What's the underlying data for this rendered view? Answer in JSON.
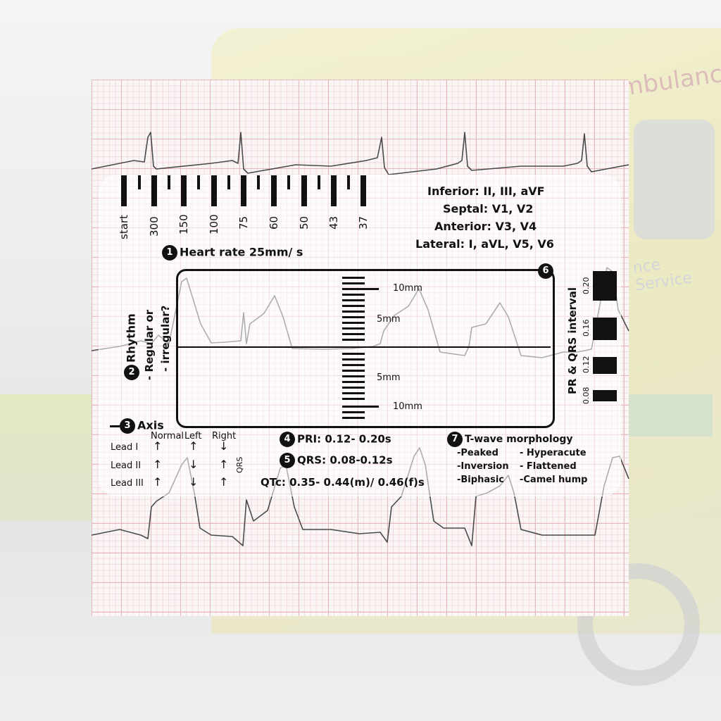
{
  "background": {
    "vehicle_text_top": "mbulanc",
    "vehicle_text_side": "nce Service"
  },
  "rate_ruler": {
    "labels": [
      "start",
      "300",
      "150",
      "100",
      "75",
      "60",
      "50",
      "43",
      "37"
    ],
    "title_number": "1",
    "title": "Heart rate 25mm/ s"
  },
  "leads": {
    "inferior": "Inferior: II, III, aVF",
    "septal": "Septal: V1, V2",
    "anterior": "Anterior: V3, V4",
    "lateral": "Lateral: I, aVL, V5, V6"
  },
  "rhythm": {
    "number": "2",
    "title": "Rhythm",
    "line1": "- Regular or",
    "line2": "- irregular?"
  },
  "window": {
    "number": "6",
    "top_label": "10mm",
    "upper_label": "5mm",
    "lower_label": "5mm",
    "bottom_label": "10mm"
  },
  "interval": {
    "title": "PR & QRS interval",
    "values": [
      "0.20",
      "0.16",
      "0.12",
      "0.08"
    ]
  },
  "axis": {
    "number": "3",
    "title": "Axis",
    "columns": [
      "Normal",
      "Left",
      "Right"
    ],
    "qrs_label": "QRS",
    "rows": [
      {
        "lead": "Lead I",
        "arrows": [
          "↑",
          "↑",
          "↓"
        ]
      },
      {
        "lead": "Lead II",
        "arrows": [
          "↑",
          "↓",
          "↑"
        ]
      },
      {
        "lead": "Lead III",
        "arrows": [
          "↑",
          "↓",
          "↑"
        ]
      }
    ]
  },
  "pri": {
    "number": "4",
    "text": "PRI: 0.12- 0.20s"
  },
  "qrs": {
    "number": "5",
    "text": "QRS: 0.08-0.12s"
  },
  "qtc": {
    "text": "QTc: 0.35- 0.44(m)/ 0.46(f)s"
  },
  "twave": {
    "number": "7",
    "title": "T-wave morphology",
    "items_left": [
      "-Peaked",
      "-Inversion",
      "-Biphasic"
    ],
    "items_right": [
      "- Hyperacute",
      "- Flattened",
      "-Camel hump"
    ]
  },
  "colors": {
    "grid_major": "#e6b9bf",
    "grid_minor": "#f2dcdf",
    "ink": "#111111",
    "trace": "#555555"
  }
}
